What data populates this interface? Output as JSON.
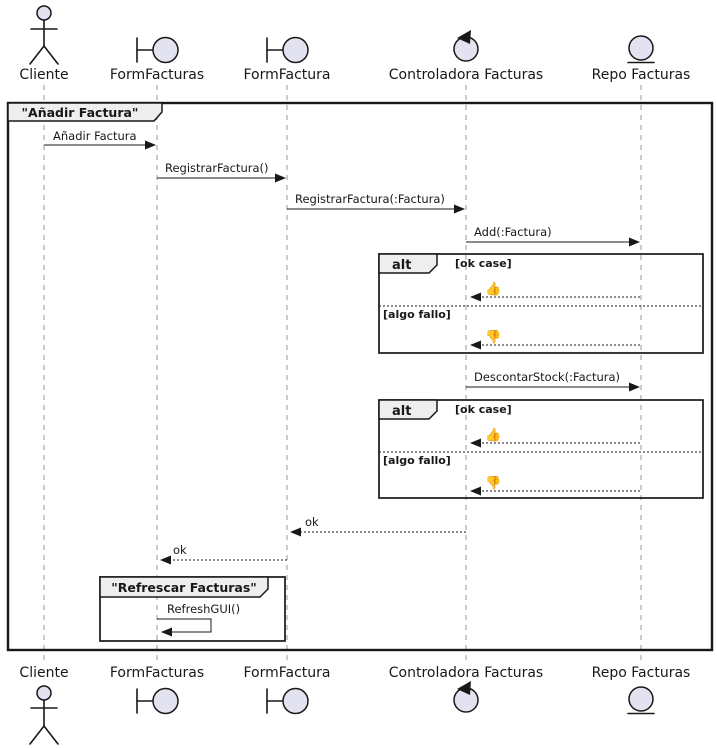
{
  "title_frame": {
    "label": "\"Añadir Factura\""
  },
  "participants": [
    {
      "label": "Cliente",
      "icon": "actor-icon"
    },
    {
      "label": "FormFacturas",
      "icon": "boundary-icon"
    },
    {
      "label": "FormFactura",
      "icon": "boundary-icon"
    },
    {
      "label": "Controladora Facturas",
      "icon": "control-icon"
    },
    {
      "label": "Repo Facturas",
      "icon": "entity-icon"
    }
  ],
  "messages": {
    "anadir_factura": "Añadir Factura",
    "registrar_factura": "RegistrarFactura()",
    "registrar_factura_param": "RegistrarFactura(:Factura)",
    "add_factura": "Add(:Factura)",
    "descontar_stock": "DescontarStock(:Factura)",
    "ok_reply_1": "ok",
    "ok_reply_2": "ok",
    "refresh_gui": "RefreshGUI()"
  },
  "alt_blocks": [
    {
      "operator": "alt",
      "guard_ok": "[ok case]",
      "reply_ok": "👍",
      "guard_fail": "[algo fallo]",
      "reply_fail": "👎"
    },
    {
      "operator": "alt",
      "guard_ok": "[ok case]",
      "reply_ok": "👍",
      "guard_fail": "[algo fallo]",
      "reply_fail": "👎"
    }
  ],
  "inner_frame": {
    "label": "\"Refrescar Facturas\""
  },
  "colors": {
    "participant_fill": "#E2E2F0",
    "tab_fill": "#EEEEEE",
    "line": "#181818",
    "lifeline": "#999999"
  }
}
